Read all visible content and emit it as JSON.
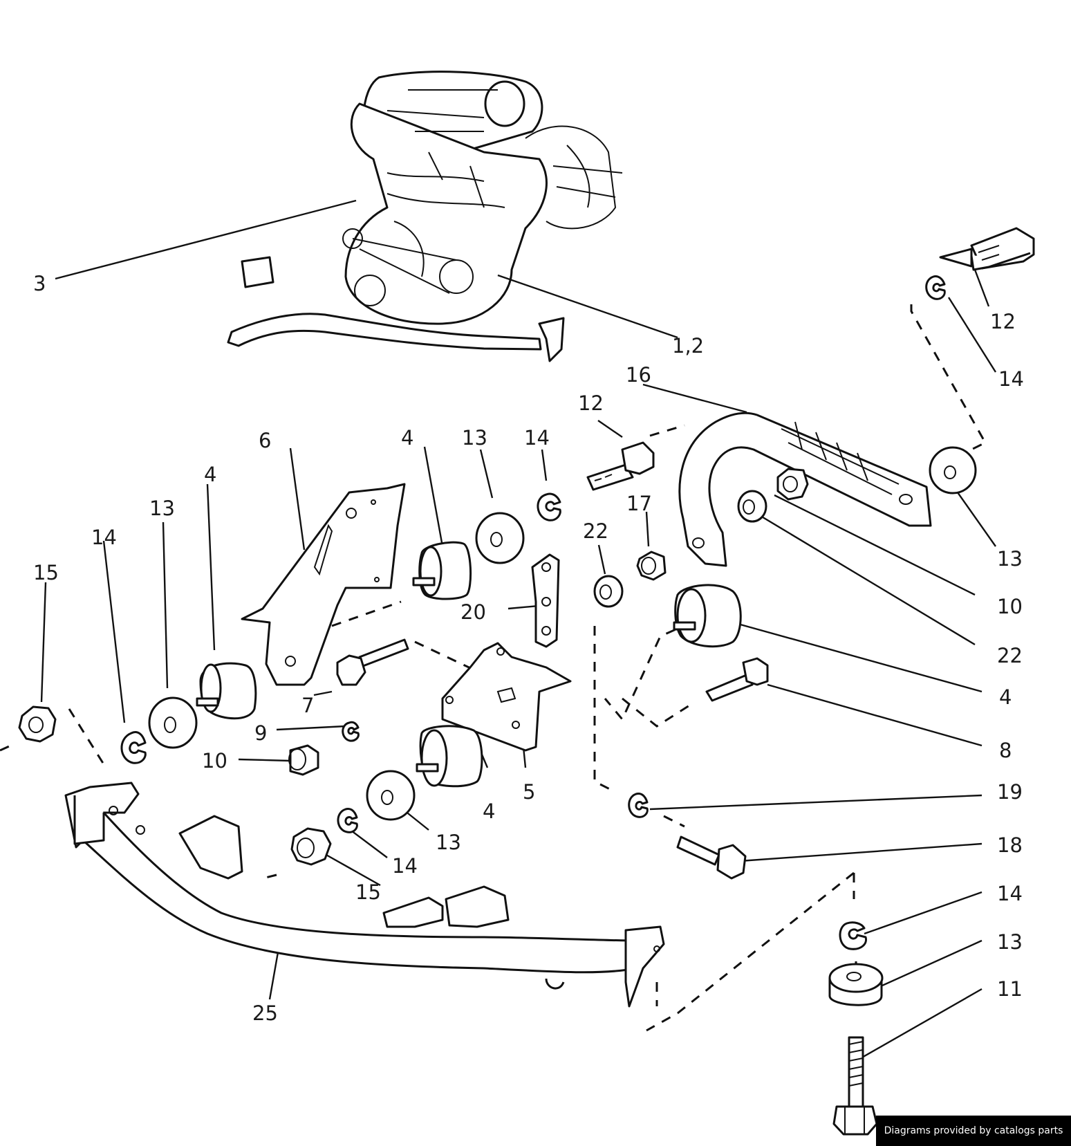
{
  "callouts": {
    "c3": "3",
    "c1_2": "1,2",
    "c12_top": "12",
    "c14_top": "14",
    "c16": "16",
    "c12_mid": "12",
    "c13_right": "13",
    "c6": "6",
    "c4_mid": "4",
    "c13_mid": "13",
    "c14_mid": "14",
    "c17": "17",
    "c22_mid": "22",
    "c10_right": "10",
    "c4_left": "4",
    "c13_left": "13",
    "c14_left": "14",
    "c15_left": "15",
    "c20": "20",
    "c22_right": "22",
    "c4_right": "4",
    "c7": "7",
    "c9": "9",
    "c10_left": "10",
    "c8": "8",
    "c5": "5",
    "c4_low": "4",
    "c19": "19",
    "c13_low": "13",
    "c14_low": "14",
    "c18": "18",
    "c15_low": "15",
    "c14_br": "14",
    "c13_br": "13",
    "c11": "11",
    "c25": "25"
  },
  "credit": "Diagrams provided by catalogs parts"
}
